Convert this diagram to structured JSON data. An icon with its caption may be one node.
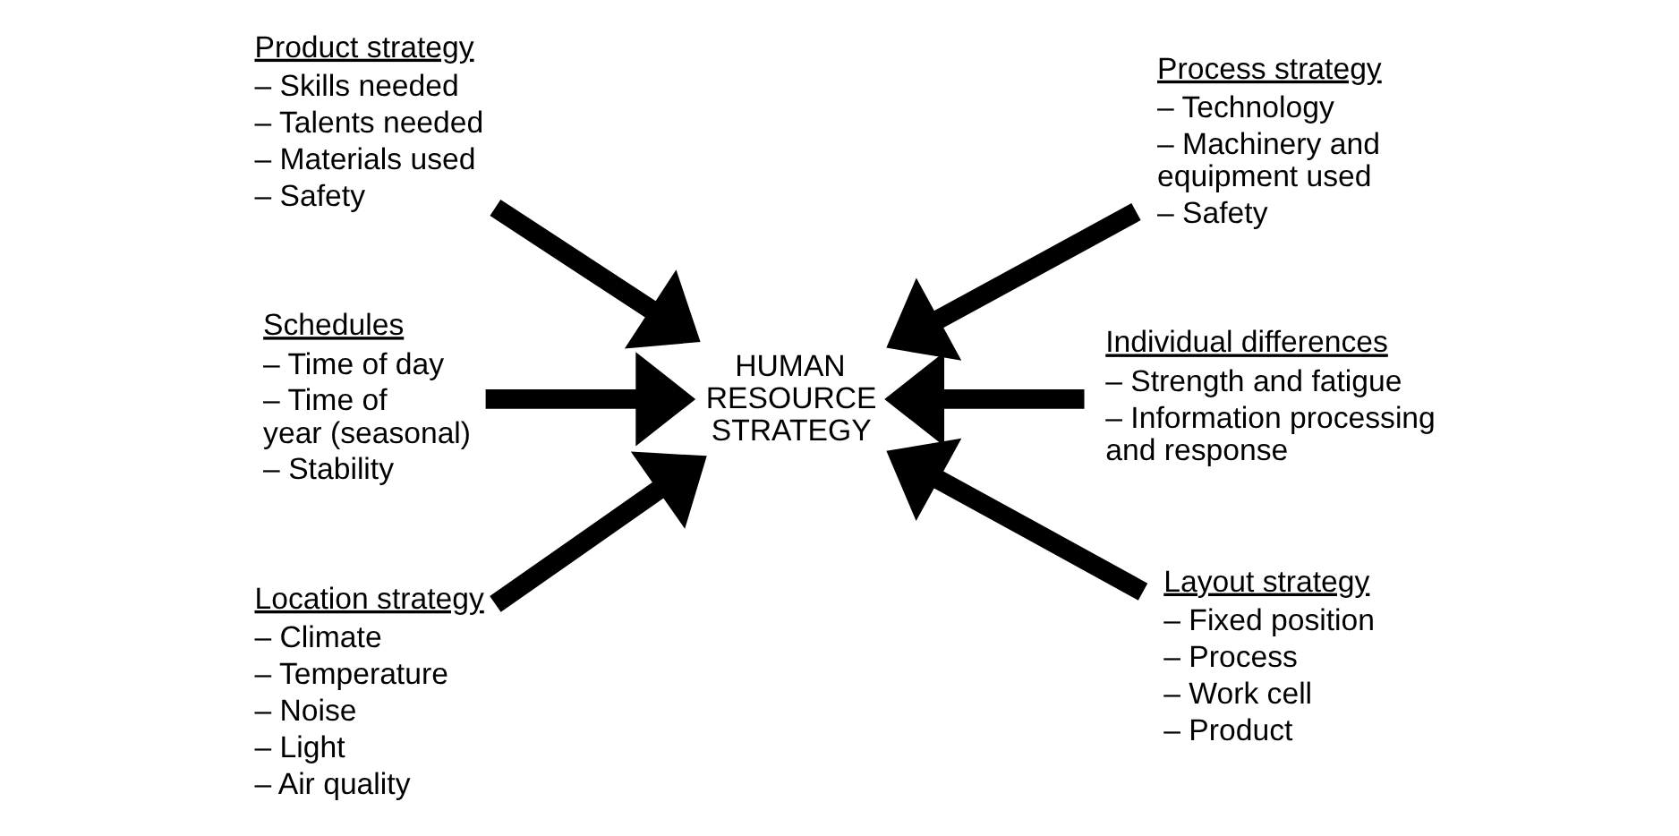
{
  "diagram": {
    "nodes": [
      {
        "text": [
          "Product strategy",
          "– Skills needed",
          "– Talents needed",
          "– Materials used",
          "– Safety"
        ]
      },
      {
        "text": [
          "Process strategy",
          "– Technology",
          "– Machinery and equipment used",
          "– Safety"
        ]
      },
      {
        "text": [
          "Schedules",
          "– Time of day",
          "– Time of year (seasonal)",
          "– Stability"
        ]
      },
      {
        "text": [
          "HUMAN RESOURCE STRATEGY"
        ]
      },
      {
        "text": [
          "Individual differences",
          "– Strength and fatigue",
          "– Information processing and response"
        ]
      },
      {
        "text": [
          "Location strategy",
          "– Climate",
          "– Temperature",
          "– Noise",
          "– Light",
          "– Air quality"
        ]
      },
      {
        "text": [
          "Layout strategy",
          "– Fixed position",
          "– Process",
          "– Work cell",
          "– Product"
        ]
      }
    ],
    "edges": [
      {
        "from": 0,
        "to": 3,
        "arrow": "to"
      },
      {
        "from": 1,
        "to": 3,
        "arrow": "to"
      },
      {
        "from": 2,
        "to": 3,
        "arrow": "to"
      },
      {
        "from": 4,
        "to": 3,
        "arrow": "to"
      },
      {
        "from": 5,
        "to": 3,
        "arrow": "to"
      },
      {
        "from": 6,
        "to": 3,
        "arrow": "to"
      }
    ]
  }
}
